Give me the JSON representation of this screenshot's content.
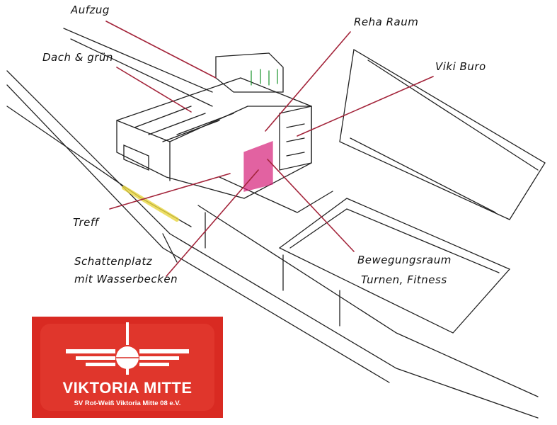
{
  "labels": {
    "aufzug": "Aufzug",
    "dach": "Dach & grün",
    "reha": "Reha Raum",
    "viki": "Viki Buro",
    "treff": "Treff",
    "schatten_1": "Schattenplatz",
    "schatten_2": "mit Wasserbecken",
    "bewegung_1": "Bewegungsraum",
    "bewegung_2": "Turnen, Fitness"
  },
  "logo": {
    "name": "VIKTORIA MITTE",
    "subtitle": "SV Rot-Weiß Viktoria Mitte 08 e.V."
  },
  "colors": {
    "leader": "#a3243a",
    "logo_red": "#d92a22",
    "accent_pink": "#d6207a"
  }
}
